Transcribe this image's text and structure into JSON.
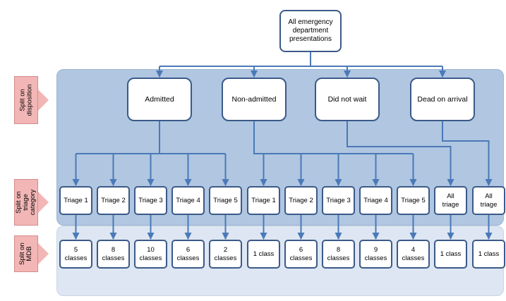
{
  "root": {
    "label": "All emergency\ndepartment\npresentations"
  },
  "side_labels": [
    {
      "label": "Split on\ndisposition"
    },
    {
      "label": "Split on\ntriage\ncategory"
    },
    {
      "label": "Split on\nMDB"
    }
  ],
  "dispositions": [
    {
      "label": "Admitted"
    },
    {
      "label": "Non-admitted"
    },
    {
      "label": "Did not wait"
    },
    {
      "label": "Dead on arrival"
    }
  ],
  "triage": [
    {
      "label": "Triage 1"
    },
    {
      "label": "Triage 2"
    },
    {
      "label": "Triage 3"
    },
    {
      "label": "Triage 4"
    },
    {
      "label": "Triage 5"
    },
    {
      "label": "Triage 1"
    },
    {
      "label": "Triage 2"
    },
    {
      "label": "Triage 3"
    },
    {
      "label": "Triage 4"
    },
    {
      "label": "Triage 5"
    },
    {
      "label": "All\ntriage"
    },
    {
      "label": "All\ntriage"
    }
  ],
  "classes": [
    {
      "label": "5\nclasses"
    },
    {
      "label": "8\nclasses"
    },
    {
      "label": "10\nclasses"
    },
    {
      "label": "6\nclasses"
    },
    {
      "label": "2\nclasses"
    },
    {
      "label": "1 class"
    },
    {
      "label": "6\nclasses"
    },
    {
      "label": "8\nclasses"
    },
    {
      "label": "9\nclasses"
    },
    {
      "label": "4\nclasses"
    },
    {
      "label": "1 class"
    },
    {
      "label": "1 class"
    }
  ]
}
